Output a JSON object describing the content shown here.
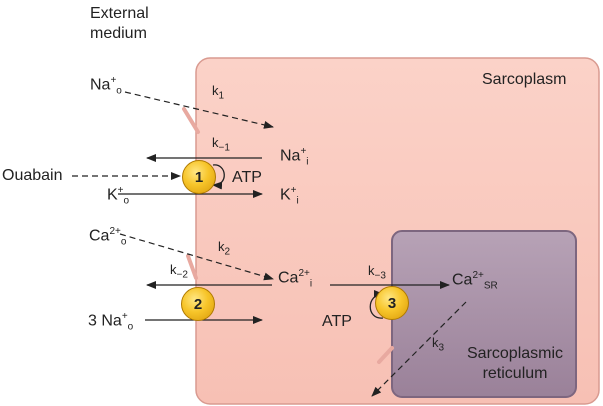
{
  "labels": {
    "external": "External",
    "medium": "medium",
    "sarcoplasm": "Sarcoplasm",
    "sr_line1": "Sarcoplasmic",
    "sr_line2": "reticulum",
    "ouabain": "Ouabain",
    "atp": "ATP",
    "three": "3",
    "na": "Na",
    "k": "K",
    "ca": "Ca",
    "sub_o": "o",
    "sub_i": "i",
    "sub_sr": "SR",
    "sup_plus": "+",
    "sup_2plus": "2+"
  },
  "rates": {
    "k1": "k",
    "k1_sub": "1",
    "km1": "k",
    "km1_sub": "−1",
    "k2": "k",
    "k2_sub": "2",
    "km2": "k",
    "km2_sub": "−2",
    "km3": "k",
    "km3_sub": "−3",
    "k3": "k",
    "k3_sub": "3"
  },
  "pumps": [
    "1",
    "2",
    "3"
  ],
  "colors": {
    "cell_fill": "#f8c9bf",
    "cell_border": "#d99a90",
    "sr_fill": "#a28aa3",
    "sr_border": "#7d667f",
    "pump": "#f7c52a"
  }
}
